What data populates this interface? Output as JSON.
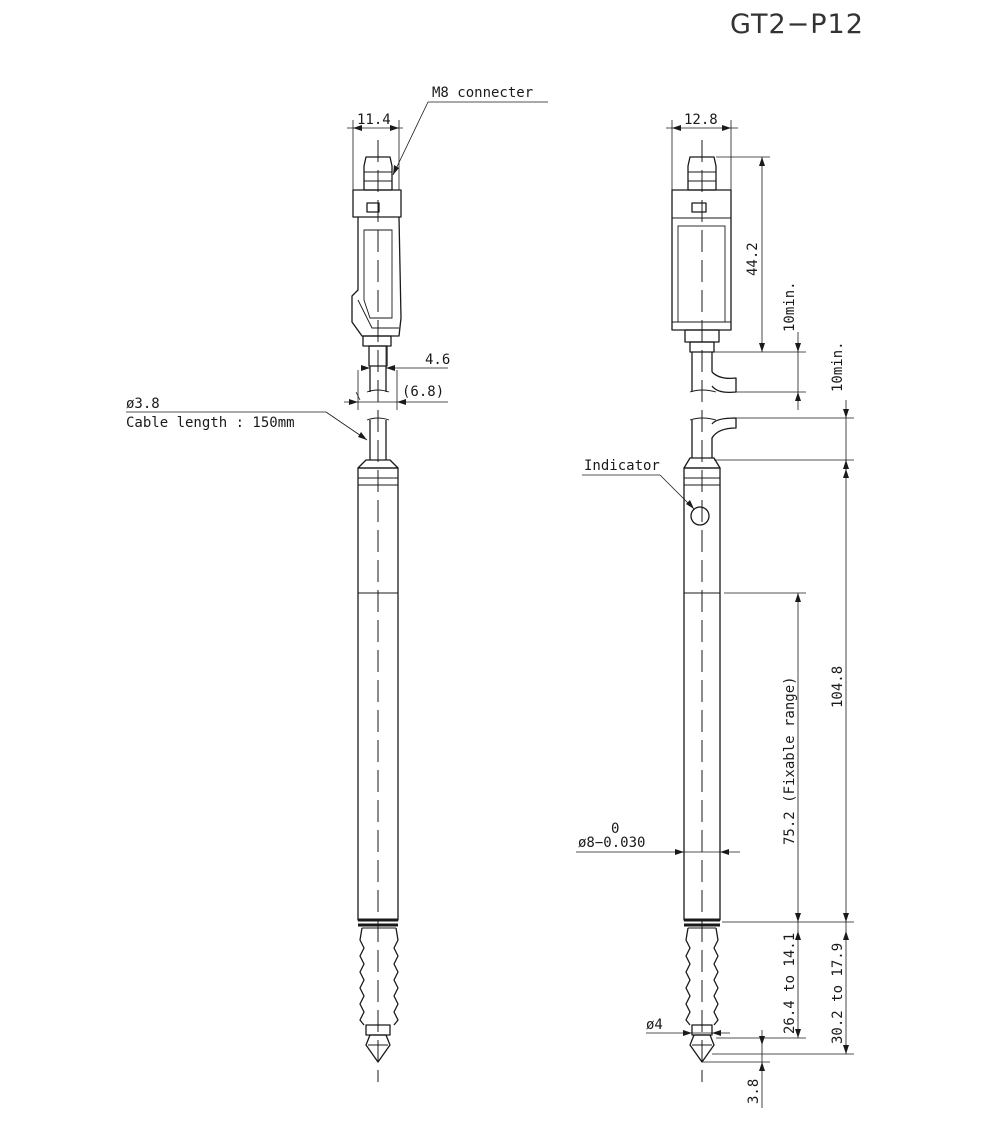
{
  "title": "GT2−P12",
  "left_view": {
    "connector_label": "M8 connecter",
    "width_top": "11.4",
    "cable_width": "4.6",
    "cable_offset": "(6.8)",
    "cable_diameter": "ø3.8",
    "cable_length": "Cable length : 150mm"
  },
  "right_view": {
    "width_top": "12.8",
    "head_height": "44.2",
    "bend_min_1": "10min.",
    "bend_min_2": "10min.",
    "indicator_label": "Indicator",
    "body_length": "104.8",
    "fixable_range": "75.2 (Fixable range)",
    "tolerance_upper": "0",
    "body_diameter": "ø8−0.030",
    "stroke_range_1": "26.4 to 14.1",
    "stroke_range_2": "30.2 to 17.9",
    "tip_diameter": "ø4",
    "tip_length": "3.8"
  }
}
